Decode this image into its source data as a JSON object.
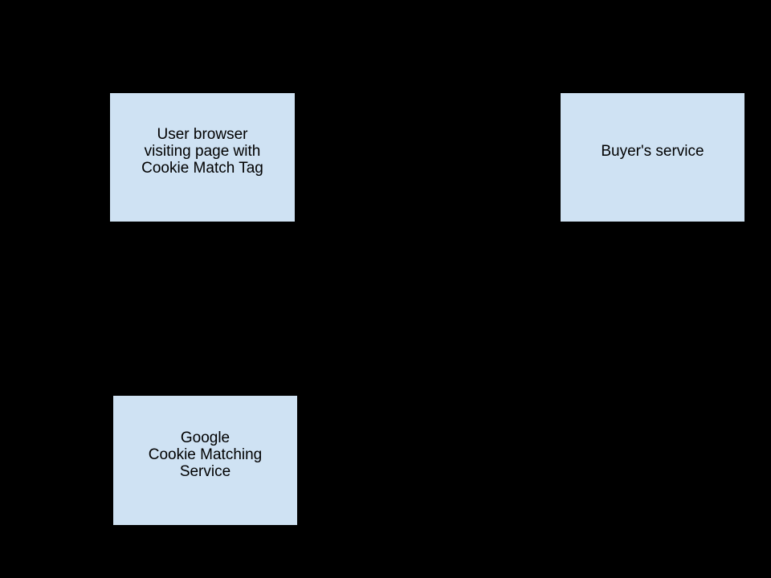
{
  "diagram": {
    "background_color": "#000000",
    "node_fill_color": "#cfe2f3",
    "node_border_color": "#000000",
    "node_text_color": "#000000",
    "nodes": [
      {
        "id": "user-browser",
        "label": "User browser\nvisiting page with\nCookie Match Tag"
      },
      {
        "id": "buyers-service",
        "label": "Buyer's service"
      },
      {
        "id": "google-cms",
        "label": "Google\nCookie Matching\nService"
      }
    ]
  }
}
